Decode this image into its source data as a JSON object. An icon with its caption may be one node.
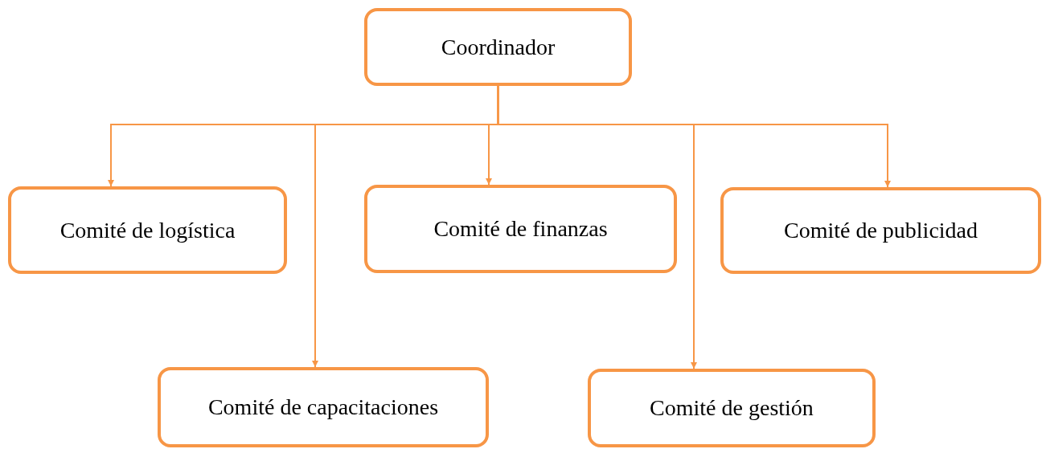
{
  "diagram": {
    "nodes": [
      {
        "text": [
          "Coordinador"
        ]
      },
      {
        "text": [
          "Comité de logística"
        ]
      },
      {
        "text": [
          "Comité de finanzas"
        ]
      },
      {
        "text": [
          "Comité de publicidad"
        ]
      },
      {
        "text": [
          "Comité de capacitaciones"
        ]
      },
      {
        "text": [
          "Comité de gestión"
        ]
      }
    ],
    "edges": [
      {
        "from": 0,
        "to": 1,
        "arrow": "to"
      },
      {
        "from": 0,
        "to": 4,
        "arrow": "to"
      },
      {
        "from": 0,
        "to": 2,
        "arrow": "to"
      },
      {
        "from": 0,
        "to": 5,
        "arrow": "to"
      },
      {
        "from": 0,
        "to": 3,
        "arrow": "to"
      }
    ]
  }
}
